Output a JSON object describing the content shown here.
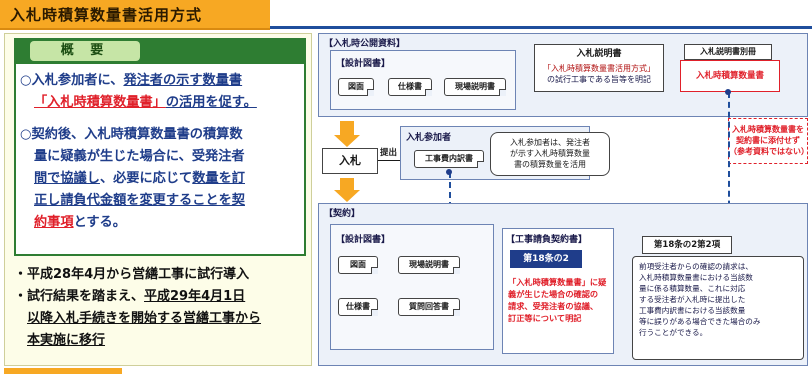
{
  "title": "入札時積算数量書活用方式",
  "overview": {
    "header": "概 要",
    "p1_line1_a": "○入札参加者に、",
    "p1_line1_b": "発注者の示す数量書",
    "p1_line2_a": "「入札時積算数量書」",
    "p1_line2_b": "の活用を促す。",
    "p2_line1": "○契約後、入札時積算数量書の積算数",
    "p2_line2": "量に疑義が生じた場合に、受発注者",
    "p2_line3_a": "間で協議し",
    "p2_line3_b": "、必要に応じて",
    "p2_line3_c": "数量を訂",
    "p2_line4": "正し請負代金額を変更することを契",
    "p2_line5_a": "約事項",
    "p2_line5_b": "とする。"
  },
  "bullets": {
    "b1": "・平成28年4月から営繕工事に試行導入",
    "b2_a": "・試行結果を踏まえ、",
    "b2_b": "平成29年4月1日",
    "b2_c": "以降入札手続きを開始する営繕工事から",
    "b2_d": "本実施に移行"
  },
  "public": {
    "label": "【入札時公開資料】",
    "design_label": "【設計図書】",
    "docs": [
      "図面",
      "仕様書",
      "現場説明書"
    ],
    "bid_doc_title": "入札説明書",
    "bid_doc_line1": "「入札時積算数量書活用方式」",
    "bid_doc_line2": "の試行工事である旨等を明記",
    "attach_title": "入札説明書別冊",
    "attach_item": "入札時積算数量書",
    "note_line1": "入札時積算数量書を",
    "note_line2": "契約書に添付せず",
    "note_line3": "（参考資料ではない）"
  },
  "bid": {
    "box_label": "入札",
    "submit_label": "提出",
    "participant_label": "入札参加者",
    "estimate_doc": "工事費内訳書",
    "note_line1": "入札参加者は、発注者",
    "note_line2": "が示す入札時積算数量",
    "note_line3": "書の積算数量を活用"
  },
  "contract": {
    "label": "【契約】",
    "design_label": "【設計図書】",
    "docs": [
      "図面",
      "現場説明書",
      "仕様書",
      "質問回答書"
    ],
    "clause_label": "【工事請負契約書】",
    "clause_badge": "第18条の2",
    "clause_line1": "「入札時積算数量書」に疑",
    "clause_line2": "義が生じた場合の確認の",
    "clause_line3": "請求、受発注者の協議、",
    "clause_line4": "訂正等について明記",
    "article_label": "第18条の2第2項",
    "article_line1": "前項受注者からの確認の請求は、",
    "article_line2": "入札時積算数量書における当該数",
    "article_line3": "量に係る積算数量、これに対応",
    "article_line4": "する受注者が入札時に提出した",
    "article_line5": "工事費内訳書における当該数量",
    "article_line6": "等に誤りがある場合できた場合のみ",
    "article_line7": "行うことができる。"
  }
}
